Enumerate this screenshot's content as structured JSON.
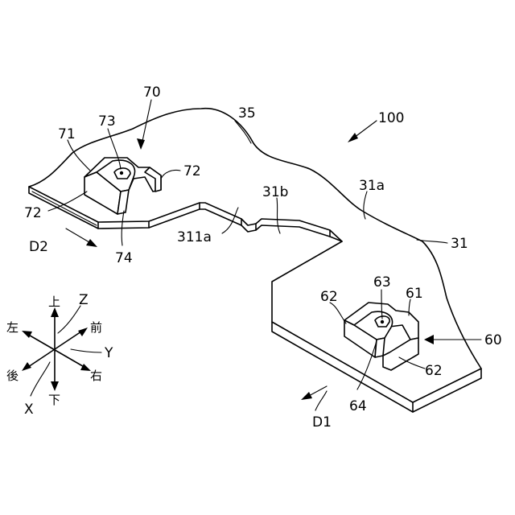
{
  "labels": {
    "ref_100": "100",
    "ref_35": "35",
    "ref_70": "70",
    "ref_71": "71",
    "ref_73": "73",
    "ref_72_right": "72",
    "ref_72_left": "72",
    "ref_74": "74",
    "ref_31b": "31b",
    "ref_31a": "31a",
    "ref_311a": "311a",
    "ref_31": "31",
    "ref_60": "60",
    "ref_61": "61",
    "ref_62_left": "62",
    "ref_62_right": "62",
    "ref_63": "63",
    "ref_64": "64",
    "dir_d1": "D1",
    "dir_d2": "D2"
  },
  "axes": {
    "up": "上",
    "down": "下",
    "left": "左",
    "right": "右",
    "front": "前",
    "back": "後",
    "x": "X",
    "y": "Y",
    "z": "Z"
  }
}
